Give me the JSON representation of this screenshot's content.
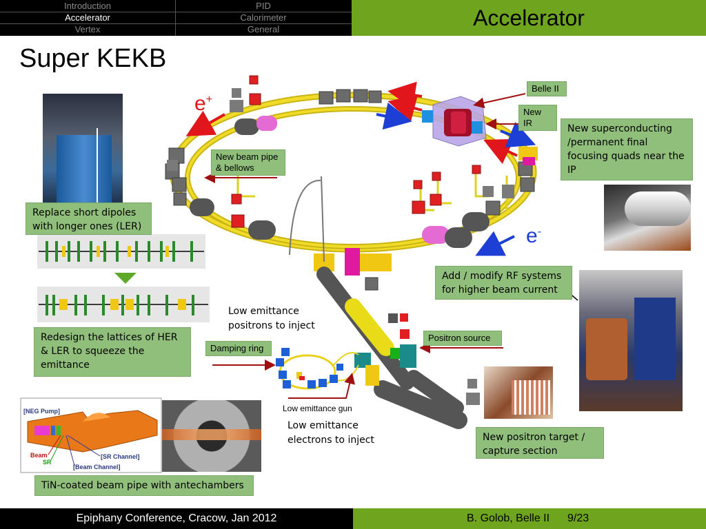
{
  "nav": {
    "items": [
      {
        "label": "Introduction"
      },
      {
        "label": "PID"
      },
      {
        "label": "Accelerator"
      },
      {
        "label": "Calorimeter"
      },
      {
        "label": "Vertex"
      },
      {
        "label": "General"
      }
    ]
  },
  "header": {
    "title": "Accelerator"
  },
  "slide": {
    "title": "Super KEKB"
  },
  "labels": {
    "e_plus": "e",
    "e_plus_sup": "+",
    "e_minus": "e",
    "e_minus_sup": "-",
    "belle": "Belle II",
    "new_ir": "New IR",
    "new_beam_pipe": "New beam pipe & bellows",
    "positron_source": "Positron source",
    "damping_ring": "Damping ring",
    "low_emittance_gun": "Low emittance gun",
    "low_positrons": "Low emittance positrons to inject",
    "low_electrons": "Low emittance electrons to inject"
  },
  "notes": {
    "superconducting": "New superconducting /permanent final focusing quads near the IP",
    "dipoles": "Replace short  dipoles with longer ones (LER)",
    "rf": "Add / modify RF systems for higher beam current",
    "lattice": "Redesign the lattices of HER & LER to squeeze the emittance",
    "positron_target": "New positron target / capture section",
    "tin": "TiN-coated beam pipe with antechambers"
  },
  "beampipe_diagram": {
    "neg_pump": "[NEG Pump]",
    "beam": "Beam",
    "sr": "SR",
    "sr_channel": "[SR Channel]",
    "beam_channel": "[Beam Channel]"
  },
  "footer": {
    "conference": "Epiphany Conference, Cracow, Jan 2012",
    "author": "B. Golob, Belle II",
    "page": "9/23"
  },
  "colors": {
    "accent_green": "#6fa51e",
    "note_green": "#8fbf7a",
    "ring_yellow": "#e8d21e",
    "arrow_red": "#e0161a",
    "arrow_blue": "#1d3fd6"
  }
}
